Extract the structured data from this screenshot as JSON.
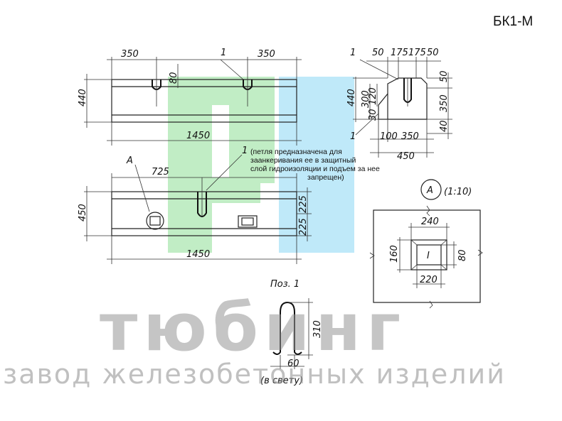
{
  "header": {
    "code": "БК1-М"
  },
  "note": {
    "line1": "(петля предназначена для",
    "line2": "заанкеривания ее в защитный",
    "line3": "слой гидроизоляции и подъем за нее",
    "line4": "запрещен)"
  },
  "top_view": {
    "d_left": "350",
    "d_right": "350",
    "d_80": "80",
    "d_440": "440",
    "d_length": "1450",
    "mark": "1"
  },
  "section": {
    "d_50a": "50",
    "d_175a": "175",
    "d_175b": "175",
    "d_50b": "50",
    "d_440": "440",
    "d_300": "300",
    "d_120": "120",
    "d_30": "30",
    "d_50r": "50",
    "d_350r": "350",
    "d_40r": "40",
    "d_100": "100",
    "d_350b": "350",
    "d_450": "450",
    "mark_top": "1",
    "mark_bottom": "1"
  },
  "front_view": {
    "label_a": "А",
    "d_725": "725",
    "mark": "1",
    "d_450": "450",
    "d_225a": "225",
    "d_225b": "225",
    "d_length": "1450"
  },
  "detail_a": {
    "label": "А",
    "scale": "(1:10)",
    "d_240": "240",
    "d_160": "160",
    "d_80": "80",
    "d_220": "220",
    "mark": "I"
  },
  "pos1": {
    "title": "Поз. 1",
    "d_310": "310",
    "d_60": "60",
    "note": "(в свету)"
  },
  "watermark": {
    "brand": "тюбинг",
    "tagline": "завод железобетонных изделий"
  },
  "colors": {
    "logo_green": "#5fd06a",
    "logo_blue": "#5ac8f0"
  }
}
